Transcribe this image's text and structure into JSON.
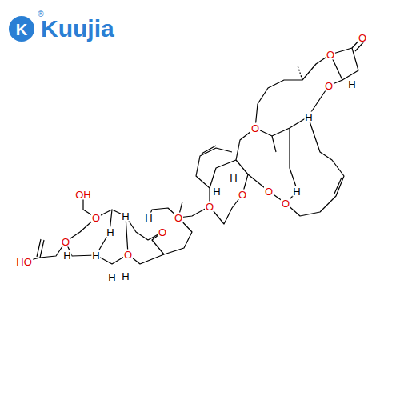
{
  "diagram": {
    "labels": [
      "K",
      "®",
      "Kuujia",
      "O",
      "O",
      "O",
      "H",
      "H",
      "O",
      "H",
      "O",
      "O",
      "H",
      "O",
      "O",
      "H",
      "O",
      "O",
      "H",
      "H",
      "O",
      "H",
      "OH",
      "O",
      "H",
      "H",
      "O",
      "H",
      "H",
      "HO"
    ]
  }
}
